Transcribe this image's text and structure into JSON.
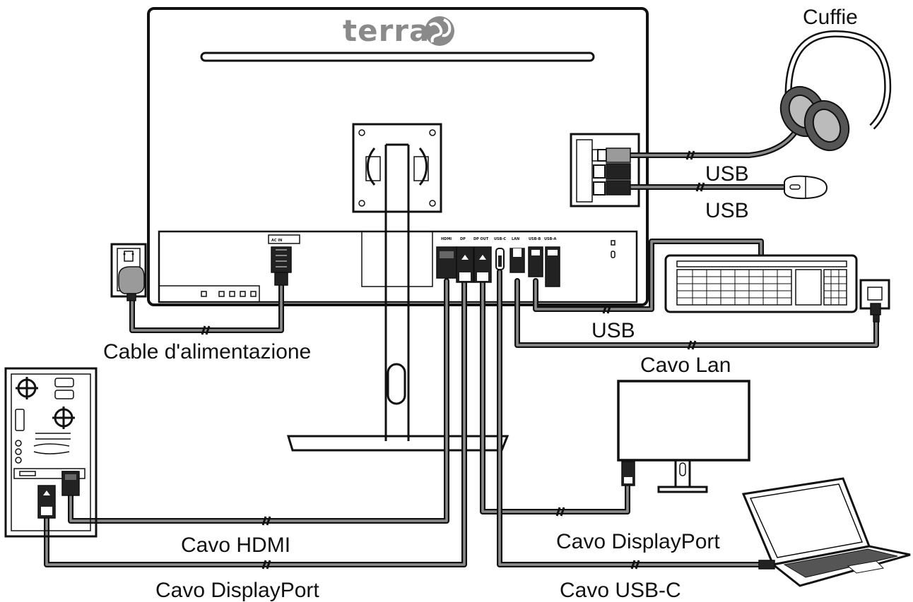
{
  "brand": {
    "logo_text": "terra"
  },
  "labels": {
    "headphones": "Cuffie",
    "usb_1": "USB",
    "usb_2": "USB",
    "usb_3": "USB",
    "power_cable": "Cable d'alimentazione",
    "lan_cable": "Cavo Lan",
    "hdmi_cable": "Cavo HDMI",
    "displayport_cable_pc": "Cavo DisplayPort",
    "displayport_cable_monitor": "Cavo DisplayPort",
    "usbc_cable": "Cavo USB-C"
  },
  "port_labels": {
    "hdmi": "HDMI",
    "dp_in": "DP",
    "dp_out": "DP OUT",
    "usb_c": "USB-C",
    "lan": "LAN",
    "usb_b": "USB-B",
    "usb_a": "USB-A",
    "power": "AC IN"
  },
  "colors": {
    "line": "#111111",
    "cable_inner": "#8c8c8c",
    "logo": "#8a8a8a",
    "background": "#ffffff"
  }
}
